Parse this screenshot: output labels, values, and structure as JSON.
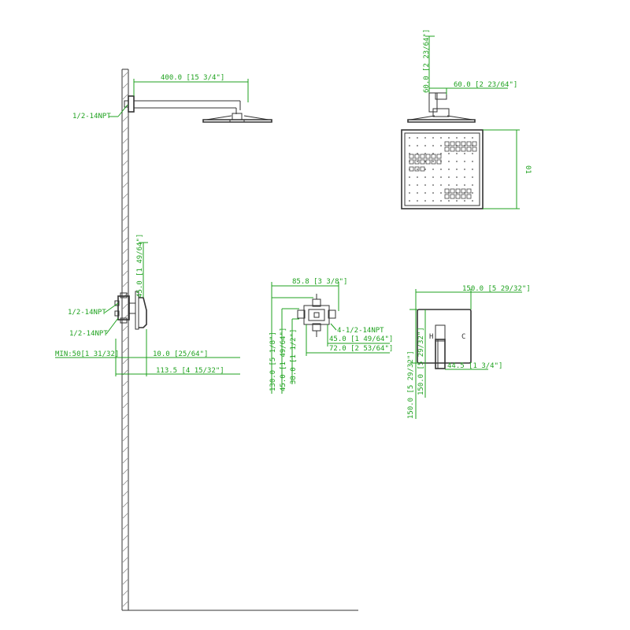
{
  "colors": {
    "dimension": "#1fa21f",
    "drawing": "#333333",
    "background": "#ffffff"
  },
  "labels": {
    "arm_length": "400.0 [15 3/4\"]",
    "arm_npt": "1/2-14NPT",
    "head_height": "60.0 [2 23/64\"]",
    "head_depth": "60.0 [2 23/64\"]",
    "head_square": "01",
    "valve_upper_npt": "1/2-14NPT",
    "valve_lower_npt": "1/2-14NPT",
    "valve_depth_vertical": "45.0 [1 49/64\"]",
    "min_depth": "MIN:50[1 31/32]",
    "trim_offset": "10.0 [25/64\"]",
    "trim_projection": "113.5 [4 15/32\"]",
    "body_width": "85.8 [3 3/8\"]",
    "body_ports": "4-1/2-14NPT",
    "body_port_offset": "45.0 [1 49/64\"]",
    "body_port_span": "72.0 [2 53/64\"]",
    "body_height": "130.0 [5 1/8\"]",
    "body_mid_height": "45.0 [1 49/64\"]",
    "body_lower_height": "38.0 [1 1/2\"]",
    "plate_width": "150.0 [5 29/32\"]",
    "plate_height_side": "150.0 [5 29/32\"]",
    "plate_height_lower": "150.0 [5 29/32\"]",
    "handle_depth": "44.5 [1 3/4\"]",
    "hot_mark": "H",
    "cold_mark": "C"
  },
  "icons": [
    "wall-section",
    "shower-arm",
    "rain-shower-head",
    "valve-body",
    "trim-plate",
    "lever-handle"
  ]
}
